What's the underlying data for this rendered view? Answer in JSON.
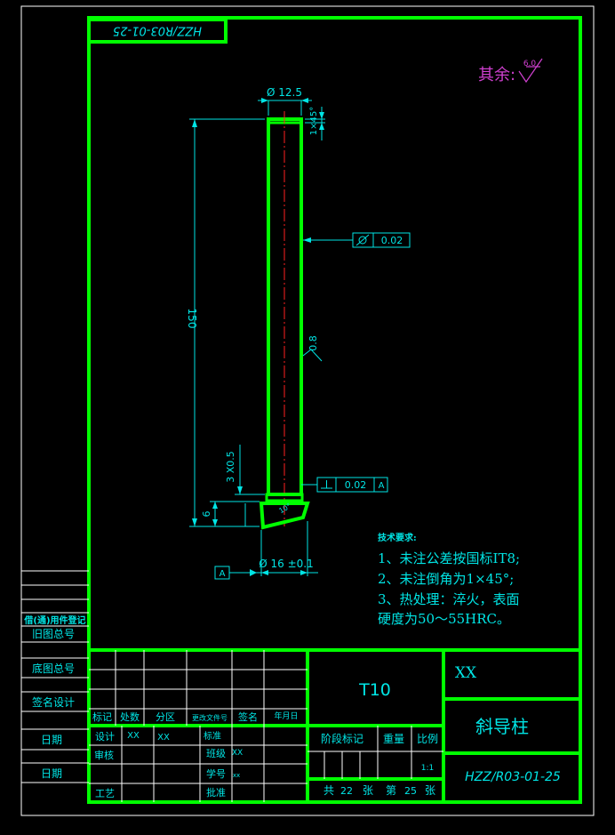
{
  "drawing_no_rotated": "HZZ/R03-01-25",
  "surface_rest": {
    "label": "其余:",
    "value": "6.0"
  },
  "dims": {
    "dia_top": "Ø 12.5",
    "chamfer_top": "1×45°",
    "length": "150",
    "chamfer_bottom": "3 X0.5",
    "head_height": "6",
    "dia_bottom": "Ø 16 ±0.1",
    "roughness": "0.8",
    "angle": "10°"
  },
  "gtol": {
    "cyl_value": "0.02",
    "perp_value": "0.02",
    "perp_datum": "A",
    "datum": "A"
  },
  "tech": {
    "title": "技术要求:",
    "lines": [
      "1、未注公差按国标IT8;",
      "2、未注倒角为1×45°;",
      "3、热处理：淬火，表面",
      "硬度为50～55HRC。"
    ]
  },
  "left_strip": {
    "borrow": "借(通)用件登记",
    "old_total": "旧图总号",
    "base_total": "底图总号",
    "sign": "签名设计",
    "date1": "日期",
    "date2": "日期"
  },
  "title_block": {
    "material": "T10",
    "school": "XX",
    "part_name": "斜导柱",
    "drawing_no": "HZZ/R03-01-25",
    "hdr_mark": "标记",
    "hdr_count": "处数",
    "hdr_zone": "分区",
    "hdr_doc": "更改文件号",
    "hdr_sign": "签名",
    "hdr_date": "年月日",
    "design": "设计",
    "design_name": "XX",
    "design_name2": "XX",
    "standard": "标准",
    "review": "审核",
    "class_label": "班级",
    "class_value": "XX",
    "student_no": "学号",
    "student_no_value": "xx",
    "process": "工艺",
    "approve": "批准",
    "stage": "阶段标记",
    "weight": "重量",
    "scale": "比例",
    "scale_value": "1:1",
    "total_label": "共",
    "total_count": "22",
    "sheet_unit": "张",
    "page_label": "第",
    "page_num": "25",
    "page_unit": "张"
  },
  "colors": {
    "frame": "#00ff00",
    "dim": "#00e5e5",
    "center": "#ff2020",
    "magenta": "#d040d0"
  }
}
